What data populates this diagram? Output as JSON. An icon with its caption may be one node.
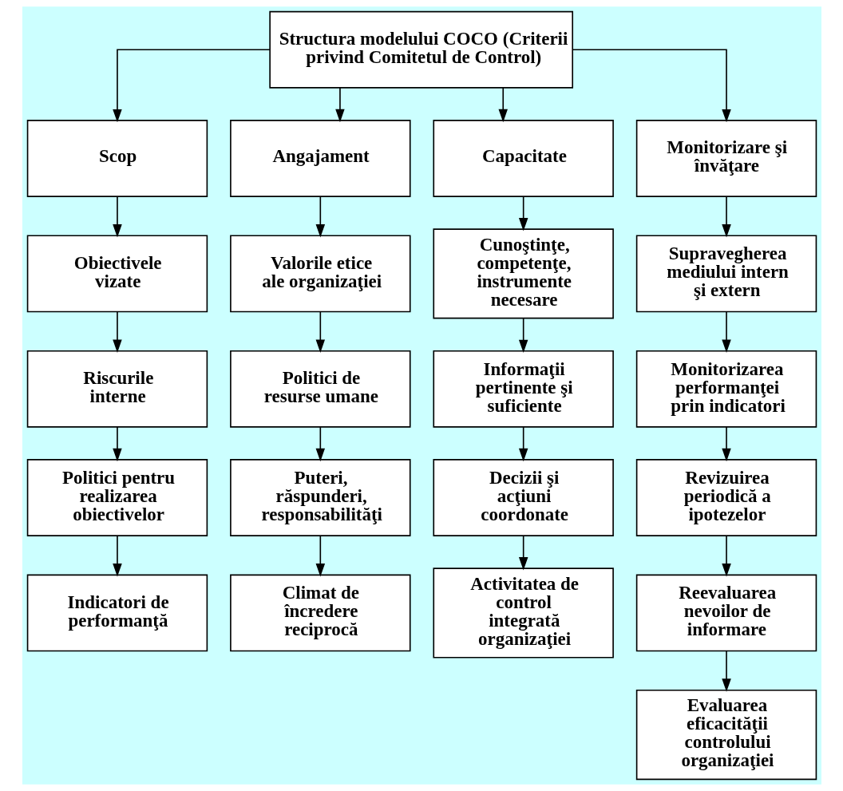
{
  "diagram": {
    "nodes": [
      {
        "text": [
          "Structura modelului COCO (Criterii privind Comitetul de Control)"
        ]
      },
      {
        "text": [
          "Scop"
        ]
      },
      {
        "text": [
          "Angajament"
        ]
      },
      {
        "text": [
          "Capacitate"
        ]
      },
      {
        "text": [
          "Monitorizare şi învăţare"
        ]
      },
      {
        "text": [
          "Obiectivele vizate"
        ]
      },
      {
        "text": [
          "Riscurile interne"
        ]
      },
      {
        "text": [
          "Politici pentru realizarea obiectivelor"
        ]
      },
      {
        "text": [
          "Indicatori de performanţă"
        ]
      },
      {
        "text": [
          "Valorile etice ale organizaţiei"
        ]
      },
      {
        "text": [
          "Politici de resurse umane"
        ]
      },
      {
        "text": [
          "Puteri, răspunderi, responsabilităţi"
        ]
      },
      {
        "text": [
          "Climat de încredere reciprocă"
        ]
      },
      {
        "text": [
          "Cunoştinţe, competenţe, instrumente necesare"
        ]
      },
      {
        "text": [
          "Informaţii pertinente şi suficiente"
        ]
      },
      {
        "text": [
          "Decizii şi acţiuni coordonate"
        ]
      },
      {
        "text": [
          "Activitatea de control integrată organizaţiei"
        ]
      },
      {
        "text": [
          "Supravegherea mediului intern şi extern"
        ]
      },
      {
        "text": [
          "Monitorizarea performanţei prin indicatori"
        ]
      },
      {
        "text": [
          "Revizuirea periodică a ipotezelor"
        ]
      },
      {
        "text": [
          "Reevaluarea nevoilor de informare"
        ]
      },
      {
        "text": [
          "Evaluarea eficacităţii controlului organizaţiei"
        ]
      }
    ],
    "edges": [
      {
        "from": 0,
        "to": 1,
        "arrow": "to"
      },
      {
        "from": 0,
        "to": 2,
        "arrow": "to"
      },
      {
        "from": 0,
        "to": 3,
        "arrow": "to"
      },
      {
        "from": 0,
        "to": 4,
        "arrow": "to"
      },
      {
        "from": 1,
        "to": 5,
        "arrow": "to"
      },
      {
        "from": 5,
        "to": 6,
        "arrow": "to"
      },
      {
        "from": 6,
        "to": 7,
        "arrow": "to"
      },
      {
        "from": 7,
        "to": 8,
        "arrow": "to"
      },
      {
        "from": 2,
        "to": 9,
        "arrow": "to"
      },
      {
        "from": 9,
        "to": 10,
        "arrow": "to"
      },
      {
        "from": 10,
        "to": 11,
        "arrow": "to"
      },
      {
        "from": 11,
        "to": 12,
        "arrow": "to"
      },
      {
        "from": 3,
        "to": 13,
        "arrow": "to"
      },
      {
        "from": 13,
        "to": 14,
        "arrow": "to"
      },
      {
        "from": 14,
        "to": 15,
        "arrow": "to"
      },
      {
        "from": 15,
        "to": 16,
        "arrow": "to"
      },
      {
        "from": 4,
        "to": 17,
        "arrow": "to"
      },
      {
        "from": 17,
        "to": 18,
        "arrow": "to"
      },
      {
        "from": 18,
        "to": 19,
        "arrow": "to"
      },
      {
        "from": 19,
        "to": 20,
        "arrow": "to"
      },
      {
        "from": 20,
        "to": 21,
        "arrow": "to"
      }
    ]
  }
}
